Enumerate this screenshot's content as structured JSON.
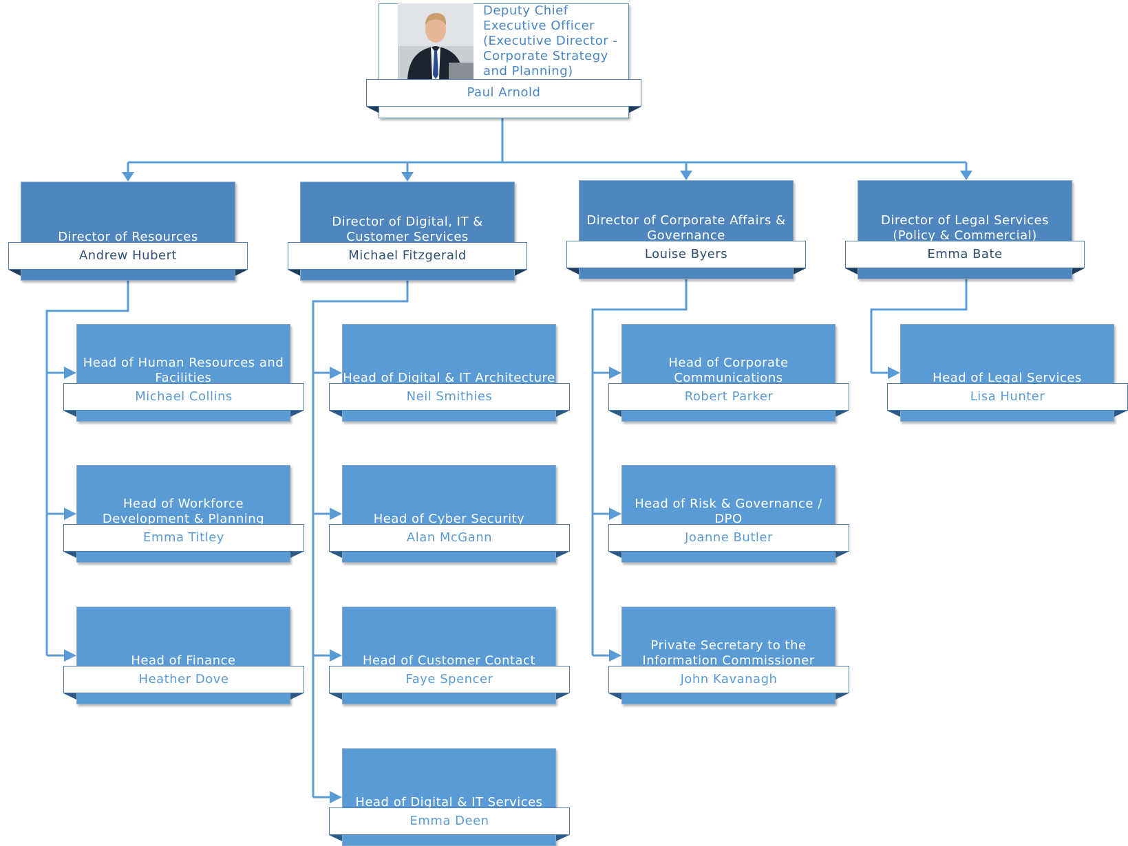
{
  "colors": {
    "line": "#5b9bd5",
    "director_fill": "#4f86bd",
    "head_fill": "#5b9bd5",
    "head_name_text": "#5b9bd5",
    "director_name_text": "#2f4f73",
    "top_text": "#4a86c5"
  },
  "top": {
    "title": "Deputy Chief Executive Officer (Executive Director - Corporate Strategy and Planning)",
    "name": "Paul Arnold",
    "photo": "portrait-photo"
  },
  "directors": [
    {
      "title": "Director of Resources",
      "name": "Andrew Hubert",
      "heads": [
        {
          "title": "Head of Human Resources and Facilities",
          "name": "Michael Collins"
        },
        {
          "title": "Head of Workforce Development & Planning",
          "name": "Emma Titley"
        },
        {
          "title": "Head of Finance",
          "name": "Heather Dove"
        }
      ]
    },
    {
      "title": "Director of Digital, IT & Customer Services",
      "name": "Michael Fitzgerald",
      "heads": [
        {
          "title": "Head of Digital & IT Architecture",
          "name": "Neil Smithies"
        },
        {
          "title": "Head of Cyber Security",
          "name": "Alan McGann"
        },
        {
          "title": "Head of Customer Contact",
          "name": "Faye Spencer"
        },
        {
          "title": "Head of Digital & IT Services",
          "name": "Emma Deen"
        }
      ]
    },
    {
      "title": "Director of Corporate Affairs & Governance",
      "name": "Louise Byers",
      "heads": [
        {
          "title": "Head of Corporate Communications",
          "name": "Robert Parker"
        },
        {
          "title": "Head of Risk & Governance / DPO",
          "name": "Joanne Butler"
        },
        {
          "title": "Private Secretary to the Information Commissioner",
          "name": "John Kavanagh"
        }
      ]
    },
    {
      "title": "Director of Legal Services (Policy & Commercial)",
      "name": "Emma Bate",
      "heads": [
        {
          "title": "Head of Legal Services",
          "name": "Lisa Hunter"
        }
      ]
    }
  ]
}
